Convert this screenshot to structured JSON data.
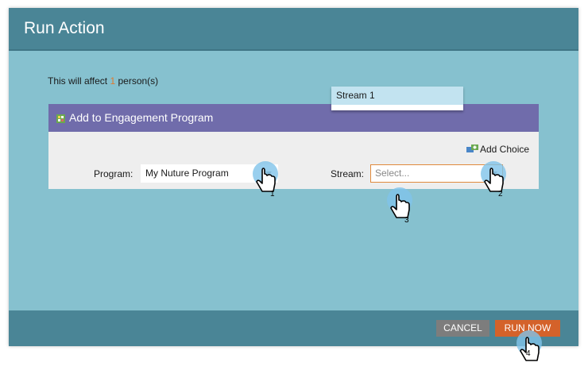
{
  "dialog": {
    "title": "Run Action",
    "affect_prefix": "This will affect ",
    "affect_count": "1",
    "affect_suffix": " person(s)"
  },
  "panel": {
    "title": "Add to Engagement Program",
    "add_choice": "Add Choice",
    "program_label": "Program:",
    "program_value": "My Nuture Program",
    "stream_label": "Stream:",
    "stream_placeholder": "Select...",
    "stream_options": [
      "Stream 1"
    ]
  },
  "footer": {
    "cancel_label": "CANCEL",
    "run_label": "RUN NOW"
  },
  "steps": [
    "1",
    "2",
    "3",
    "4"
  ],
  "colors": {
    "title_bar": "#4a8596",
    "dialog_bg": "#86c1cf",
    "panel_header": "#706cab",
    "run_button": "#d4622a",
    "cancel_button": "#7d7d7d",
    "affect_count": "#e0792d"
  },
  "icons": {
    "panel": "engagement-program-icon",
    "add_choice": "add-choice-icon",
    "pointer": "hand-pointer-icon"
  }
}
